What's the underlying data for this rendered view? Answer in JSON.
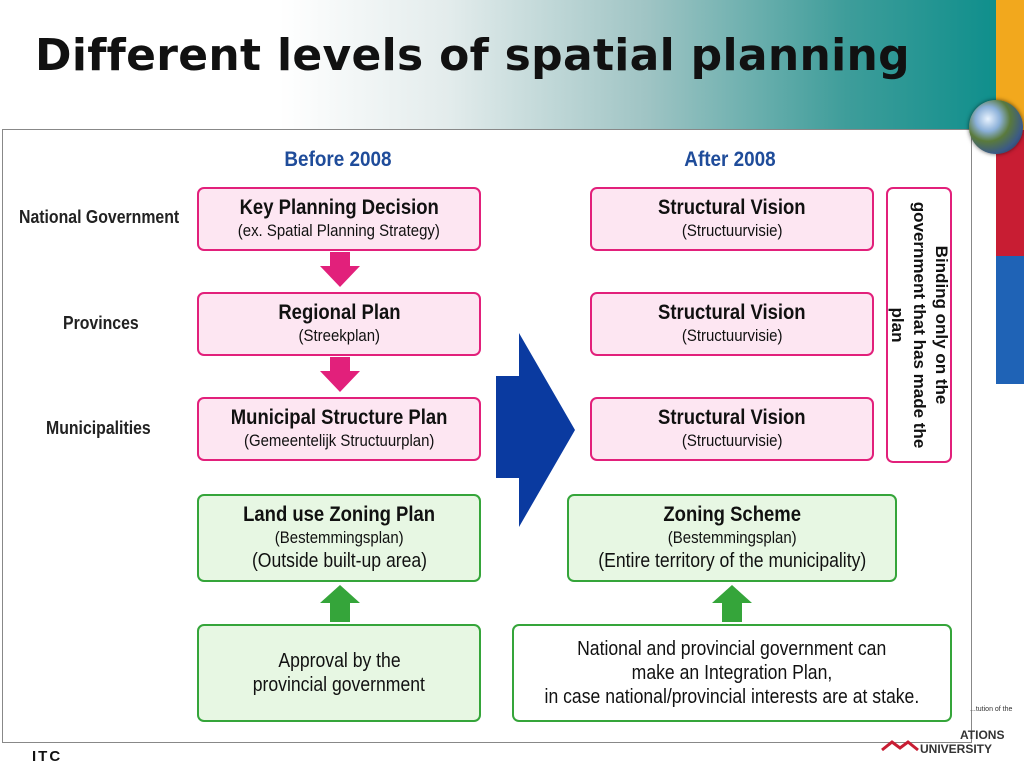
{
  "slide": {
    "title": "Different levels of spatial planning"
  },
  "diagram": {
    "before_heading": "Before 2008",
    "after_heading": "After 2008",
    "rows": [
      "National Government",
      "Provinces",
      "Municipalities"
    ],
    "before": [
      {
        "title": "Key Planning Decision",
        "sub": "(ex. Spatial Planning Strategy)"
      },
      {
        "title": "Regional Plan",
        "sub": "(Streekplan)"
      },
      {
        "title": "Municipal Structure Plan",
        "sub": "(Gemeentelijk Structuurplan)"
      }
    ],
    "after": [
      {
        "title": "Structural Vision",
        "sub": "(Structuurvisie)"
      },
      {
        "title": "Structural Vision",
        "sub": "(Structuurvisie)"
      },
      {
        "title": "Structural Vision",
        "sub": "(Structuurvisie)"
      }
    ],
    "binding_note": "Binding only on the government that has made the plan",
    "before_zoning": {
      "title": "Land use Zoning Plan",
      "sub": "(Bestemmingsplan)",
      "sub2": "(Outside built-up area)"
    },
    "after_zoning": {
      "title": "Zoning Scheme",
      "sub": "(Bestemmingsplan)",
      "sub2": "(Entire territory of the municipality)"
    },
    "before_approval": {
      "line1": "Approval by the",
      "line2": "provincial government"
    },
    "after_approval": {
      "line1": "National and provincial government can",
      "line2": "make an Integration Plan,",
      "line3": "in case national/provincial interests are at stake."
    }
  },
  "footer": {
    "left_logo": "ITC",
    "right_logo_line1": "...tution of the",
    "right_logo_line2": "ATIONS",
    "right_logo_line3": "UNIVERSITY"
  },
  "colors": {
    "pink_border": "#e2207b",
    "pink_fill": "#fde6f2",
    "green_border": "#35a53a",
    "green_fill": "#e7f7e3",
    "big_arrow": "#0a3aa0",
    "heading_blue": "#1f4c9a"
  }
}
